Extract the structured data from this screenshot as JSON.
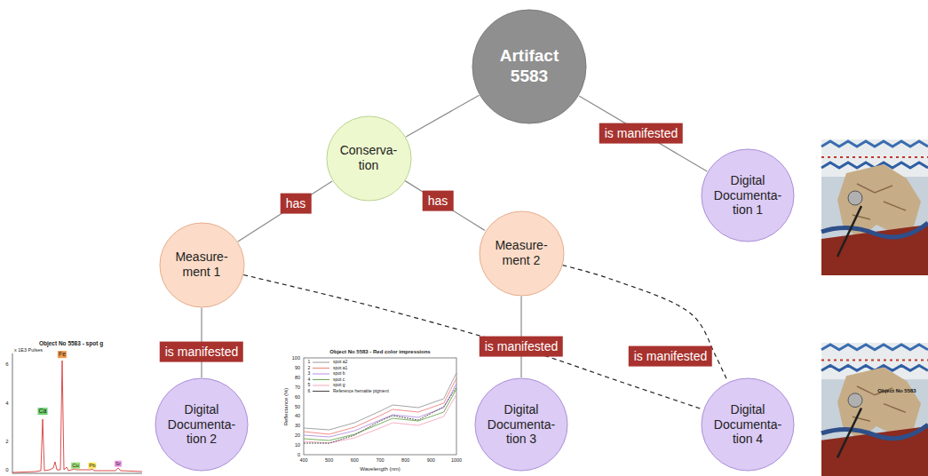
{
  "diagram": {
    "nodes": [
      {
        "text": [
          "Artifact 5583"
        ]
      },
      {
        "text": [
          "Conserva- tion"
        ]
      },
      {
        "text": [
          "Digital Documenta- tion 1"
        ]
      },
      {
        "text": [
          "Measure- ment 1"
        ]
      },
      {
        "text": [
          "Measure- ment 2"
        ]
      },
      {
        "text": [
          "Digital Documenta- tion 2"
        ]
      },
      {
        "text": [
          "Digital Documenta- tion 3"
        ]
      },
      {
        "text": [
          "Digital Documenta- tion 4"
        ]
      }
    ],
    "edges": [
      {
        "from": 0,
        "to": 1,
        "arrow": "none"
      },
      {
        "from": 0,
        "to": 2,
        "label": "is manifested",
        "arrow": "none"
      },
      {
        "from": 1,
        "to": 3,
        "label": "has",
        "arrow": "none"
      },
      {
        "from": 1,
        "to": 4,
        "label": "has",
        "arrow": "none"
      },
      {
        "from": 3,
        "to": 5,
        "label": "is manifested",
        "arrow": "none"
      },
      {
        "from": 4,
        "to": 6,
        "label": "is manifested",
        "arrow": "none"
      },
      {
        "from": 3,
        "to": 7,
        "arrow": "none"
      },
      {
        "from": 4,
        "to": 7,
        "label": "is manifested",
        "arrow": "none"
      }
    ],
    "labels": [
      "Object No 5583 - spot g",
      "x 1E3 Pulses",
      "Fe",
      "Ca",
      "Cu",
      "Pb",
      "Sr",
      "6",
      "4",
      "2",
      "0",
      "Object No 5583 - Red color impressions",
      "Reflectance (%)",
      "100",
      "90",
      "80",
      "70",
      "60",
      "50",
      "40",
      "30",
      "20",
      "10",
      "0",
      "400",
      "500",
      "600",
      "700",
      "800",
      "900",
      "1000",
      "Wavelength (nm)",
      "1",
      "2",
      "3",
      "4",
      "5",
      "6",
      "spot a2",
      "spot a1",
      "spot b",
      "spot c",
      "spot g",
      "Reference hematite pigment",
      "Object No 5583"
    ]
  }
}
